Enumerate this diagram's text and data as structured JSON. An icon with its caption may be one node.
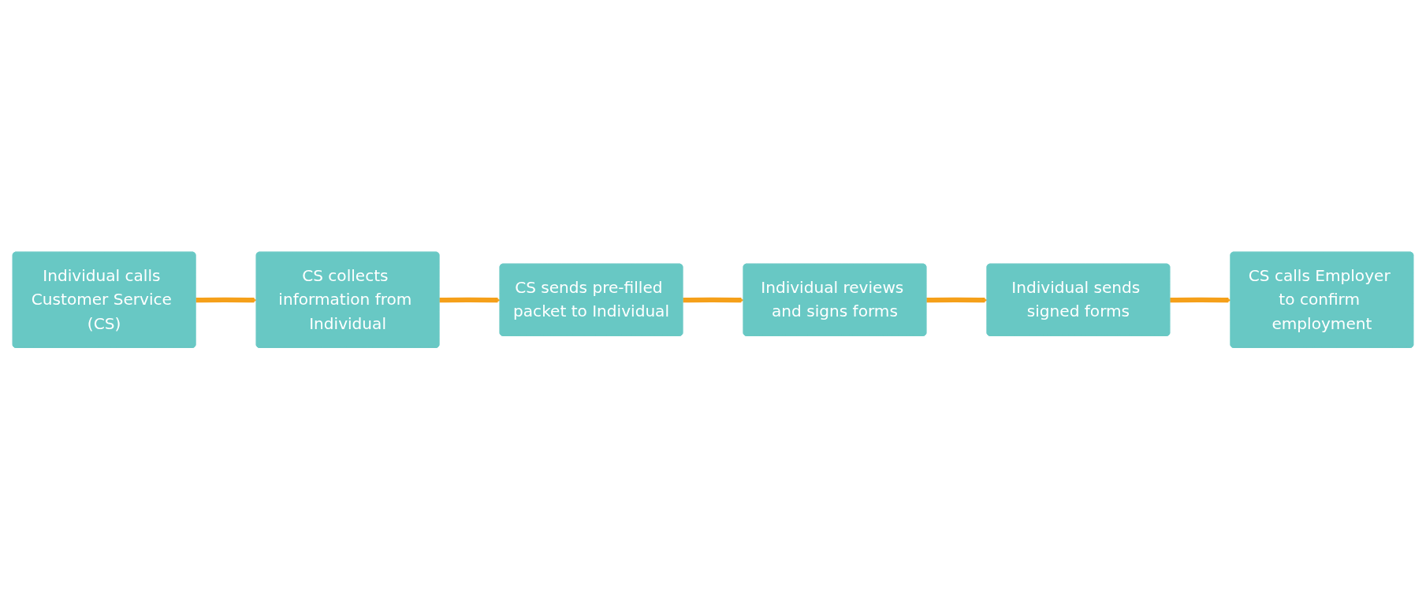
{
  "diagram": {
    "nodes": [
      {
        "text": [
          "Individual calls Customer Service (CS)"
        ]
      },
      {
        "text": [
          "CS collects information from Individual"
        ]
      },
      {
        "text": [
          "CS sends pre-filled packet to Individual"
        ]
      },
      {
        "text": [
          "Individual reviews and signs forms"
        ]
      },
      {
        "text": [
          "Individual sends signed forms"
        ]
      },
      {
        "text": [
          "CS calls Employer to confirm employment"
        ]
      }
    ],
    "edges": [
      {
        "from": 0,
        "to": 1,
        "arrow": "to"
      },
      {
        "from": 1,
        "to": 2,
        "arrow": "to"
      },
      {
        "from": 2,
        "to": 3,
        "arrow": "to"
      },
      {
        "from": 3,
        "to": 4,
        "arrow": "to"
      },
      {
        "from": 4,
        "to": 5,
        "arrow": "to"
      }
    ]
  }
}
